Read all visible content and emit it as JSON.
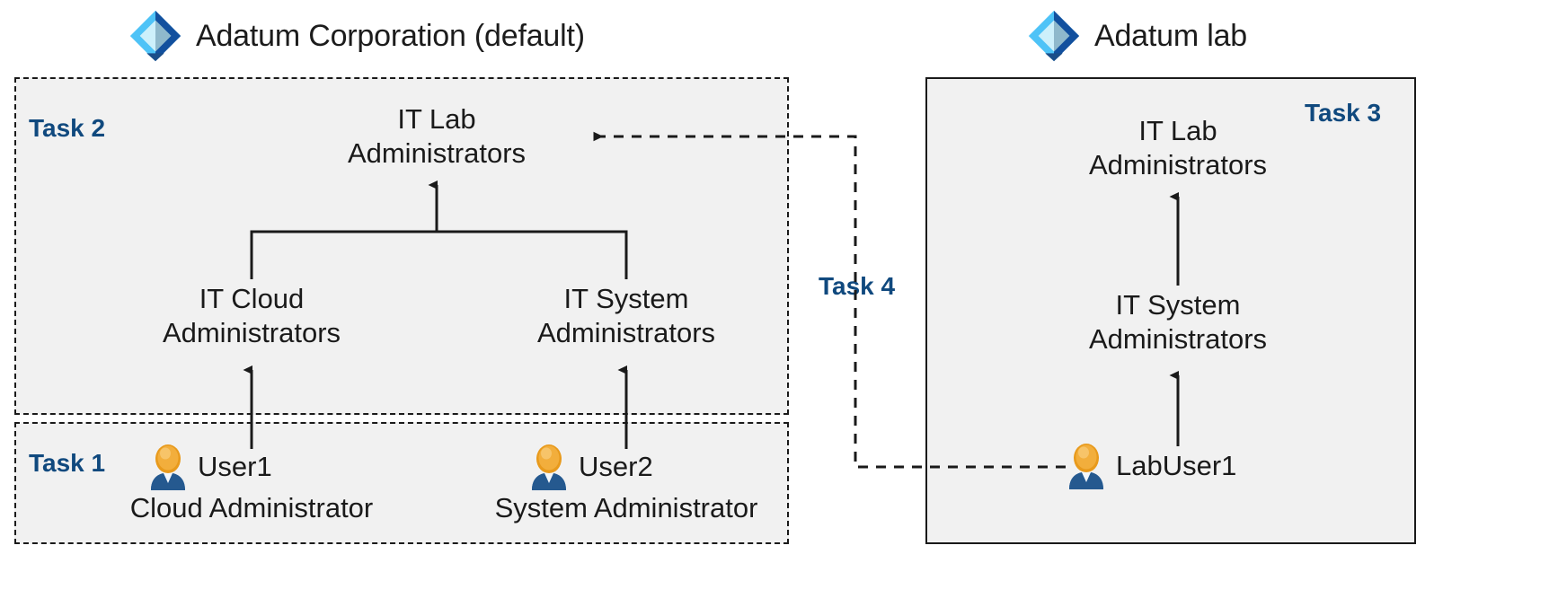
{
  "diagram": {
    "title": "Azure AD tenant role and group assignment tasks",
    "accent_color": "#10497e",
    "region_fill": "#f1f1f1",
    "line_color": "#1a1a1a"
  },
  "tenants": [
    {
      "id": "adatum-corporation",
      "name": "Adatum Corporation (default)",
      "icon": "azure-ad-icon"
    },
    {
      "id": "adatum-lab",
      "name": "Adatum lab",
      "icon": "azure-ad-icon"
    }
  ],
  "tasks": [
    {
      "id": "task-1",
      "label": "Task 1"
    },
    {
      "id": "task-2",
      "label": "Task 2"
    },
    {
      "id": "task-3",
      "label": "Task 3"
    },
    {
      "id": "task-4",
      "label": "Task 4"
    }
  ],
  "groups": {
    "corp_it_lab_admins": {
      "line1": "IT Lab",
      "line2": "Administrators"
    },
    "corp_it_cloud_admins": {
      "line1": "IT Cloud",
      "line2": "Administrators"
    },
    "corp_it_system_admins": {
      "line1": "IT System",
      "line2": "Administrators"
    },
    "lab_it_lab_admins": {
      "line1": "IT Lab",
      "line2": "Administrators"
    },
    "lab_it_system_admins": {
      "line1": "IT System",
      "line2": "Administrators"
    }
  },
  "users": [
    {
      "id": "user1",
      "name": "User1",
      "role": "Cloud Administrator",
      "icon": "user-icon"
    },
    {
      "id": "user2",
      "name": "User2",
      "role": "System Administrator",
      "icon": "user-icon"
    },
    {
      "id": "labuser1",
      "name": "LabUser1",
      "role": "",
      "icon": "user-icon"
    }
  ]
}
